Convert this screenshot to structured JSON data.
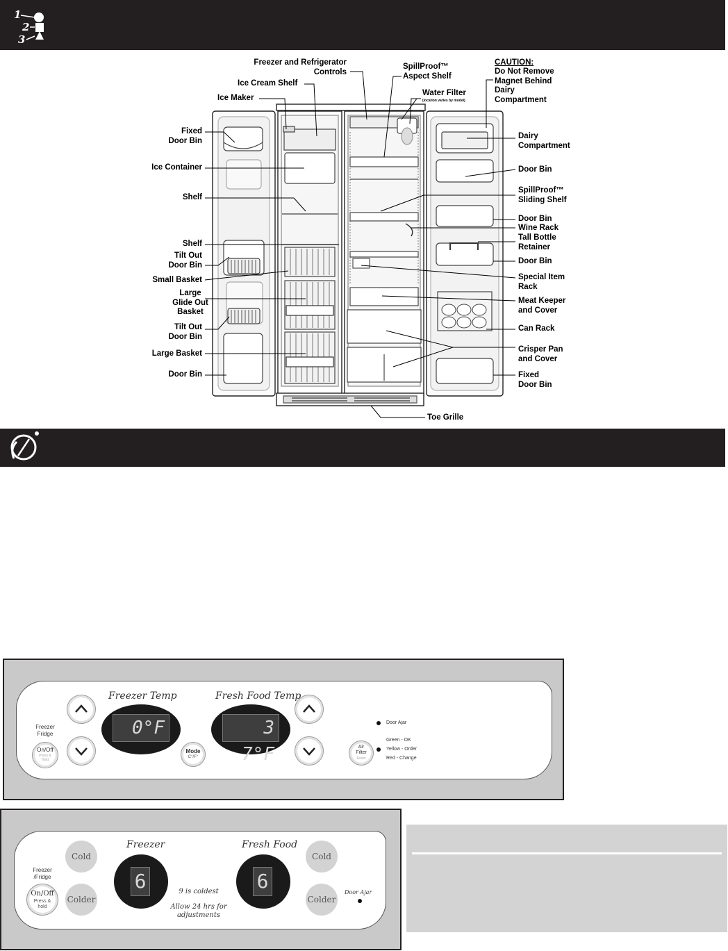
{
  "diagram": {
    "left_labels": [
      {
        "id": "fixed-door-bin-left",
        "text": "Fixed\nDoor Bin"
      },
      {
        "id": "ice-container",
        "text": "Ice Container"
      },
      {
        "id": "shelf-1",
        "text": "Shelf"
      },
      {
        "id": "shelf-2",
        "text": "Shelf"
      },
      {
        "id": "tilt-out-door-bin-1",
        "text": "Tilt Out\nDoor Bin"
      },
      {
        "id": "small-basket",
        "text": "Small Basket"
      },
      {
        "id": "large-glide-out-basket",
        "text": "Large\nGlide Out\nBasket"
      },
      {
        "id": "tilt-out-door-bin-2",
        "text": "Tilt Out\nDoor Bin"
      },
      {
        "id": "large-basket",
        "text": "Large Basket"
      },
      {
        "id": "door-bin-left",
        "text": "Door Bin"
      }
    ],
    "top_labels": [
      {
        "id": "ice-maker",
        "text": "Ice Maker"
      },
      {
        "id": "ice-cream-shelf",
        "text": "Ice Cream Shelf"
      },
      {
        "id": "freezer-refrigerator-controls",
        "text": "Freezer and Refrigerator\nControls"
      },
      {
        "id": "spillproof-aspect-shelf",
        "text": "SpillProof™\nAspect Shelf"
      },
      {
        "id": "water-filter",
        "text": "Water Filter",
        "note": "(location varies by model)"
      },
      {
        "id": "caution",
        "text": "CAUTION:",
        "lines": "Do Not Remove\nMagnet Behind\nDairy\nCompartment"
      }
    ],
    "right_labels": [
      {
        "id": "dairy-compartment",
        "text": "Dairy\nCompartment"
      },
      {
        "id": "door-bin-1",
        "text": "Door Bin"
      },
      {
        "id": "spillproof-sliding-shelf",
        "text": "SpillProof™\nSliding Shelf"
      },
      {
        "id": "door-bin-2",
        "text": "Door Bin"
      },
      {
        "id": "wine-rack",
        "text": "Wine Rack"
      },
      {
        "id": "tall-bottle-retainer",
        "text": "Tall Bottle\nRetainer"
      },
      {
        "id": "door-bin-3",
        "text": "Door Bin"
      },
      {
        "id": "special-item-rack",
        "text": "Special Item\nRack"
      },
      {
        "id": "meat-keeper",
        "text": "Meat Keeper\nand Cover"
      },
      {
        "id": "can-rack",
        "text": "Can Rack"
      },
      {
        "id": "crisper-pan",
        "text": "Crisper Pan\nand Cover"
      },
      {
        "id": "fixed-door-bin-right",
        "text": "Fixed\nDoor Bin"
      }
    ],
    "bottom_labels": [
      {
        "id": "toe-grille",
        "text": "Toe Grille"
      }
    ]
  },
  "panel1": {
    "freezer_temp_label": "Freezer Temp",
    "fresh_food_temp_label": "Fresh Food Temp",
    "freezer_reading": "0°F",
    "fresh_food_reading": "3 7°F",
    "freezer_fridge_label": "Freezer\nFridge",
    "onoff_label": "On/Off",
    "onoff_sub": "Press &\nHold",
    "mode_label": "Mode",
    "mode_sub": "C°/F°",
    "air_filter_label": "Air\nFilter",
    "air_filter_sub": "Reset",
    "door_ajar": "Door Ajar",
    "status_green": "Green - OK",
    "status_yellow": "Yellow - Order",
    "status_red": "Red - Change"
  },
  "panel2": {
    "freezer_label": "Freezer",
    "fresh_food_label": "Fresh Food",
    "freezer_setting": "6",
    "fresh_food_setting": "6",
    "freezer_fridge_label": "Freezer\n/Fridge",
    "onoff_label": "On/Off",
    "onoff_sub": "Press &\nhold",
    "cold_label": "Cold",
    "colder_label": "Colder",
    "coldest_note": "9 is coldest",
    "adjust_note": "Allow 24 hrs for\nadjustments",
    "door_ajar": "Door Ajar"
  },
  "colors": {
    "header_bar": "#231f20",
    "panel_bg": "#c9c9c9",
    "note_box": "#d3d3d3"
  }
}
